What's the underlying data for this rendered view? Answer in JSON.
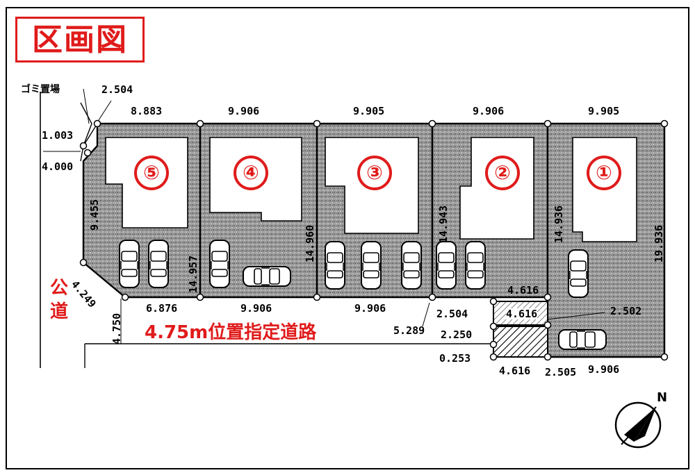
{
  "title": "区画図",
  "lots": [
    {
      "number": "⑤"
    },
    {
      "number": "④"
    },
    {
      "number": "③"
    },
    {
      "number": "②"
    },
    {
      "number": "①"
    }
  ],
  "dimensions": {
    "top_gomi": "2.504",
    "top_lot5": "8.883",
    "top_lot4": "9.906",
    "top_lot3": "9.905",
    "top_lot2": "9.906",
    "top_lot1": "9.905",
    "left_1003": "1.003",
    "left_4000": "4.000",
    "left_side": "9.455",
    "corner_4249": "4.249",
    "road_width_dim": "4.750",
    "bottom_lot5": "6.876",
    "bottom_lot4": "9.906",
    "bottom_lot3": "9.906",
    "lot4_depth": "14.957",
    "lot3_depth": "14.960",
    "lot2_depth": "14.943",
    "lot1_depth": "14.936",
    "right_side": "19.936",
    "strip_top": "4.616",
    "strip_mid": "4.616",
    "strip_left": "2.504",
    "strip_right": "2.502",
    "dim_5289": "5.289",
    "dim_2250": "2.250",
    "dim_0253": "0.253",
    "bottom_4616": "4.616",
    "bottom_2505": "2.505",
    "bottom_9906": "9.906"
  },
  "labels": {
    "garbage": "ゴミ置場",
    "public_road": "公道",
    "designated_road": "4.75m位置指定道路",
    "north": "N"
  },
  "colors": {
    "accent_red": "#e01b1b",
    "lot_fill": "#8f8f8f",
    "building_fill": "#ffffff",
    "line": "#000000"
  }
}
